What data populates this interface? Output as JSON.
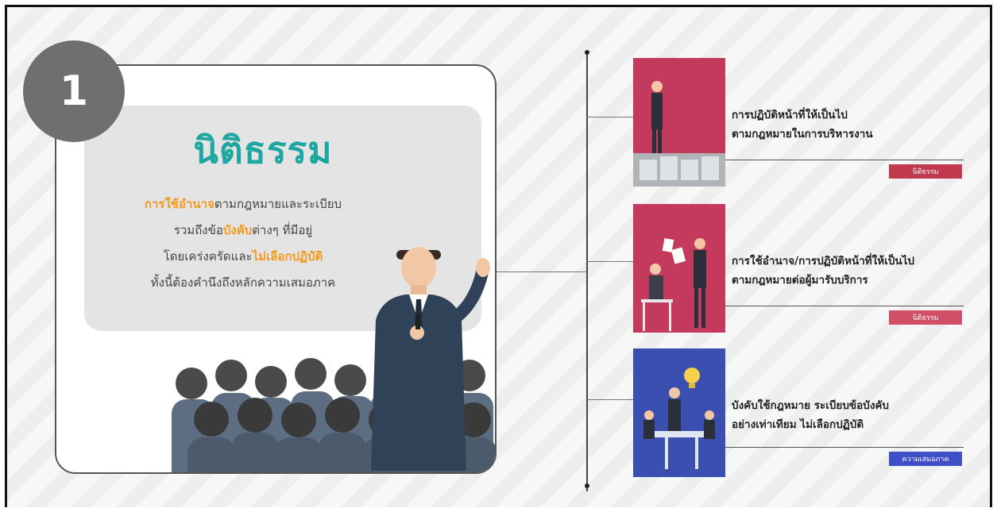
{
  "badge": {
    "number": "1"
  },
  "main": {
    "title": "นิติธรรม",
    "line1_highlight": "การใช้อำนาจ",
    "line1_rest": "ตามกฎหมายและระเบียบ",
    "line2_a": "รวมถึงข้อ",
    "line2_highlight": "บังคับ",
    "line2_b": "ต่างๆ ที่มีอยู่",
    "line3_a": "โดยเคร่งครัดและ",
    "line3_highlight": "ไม่เลือกปฏิบัติ",
    "line4": "ทั้งนี้ต้องคำนึงถึงหลักความเสมอภาค"
  },
  "items": [
    {
      "line1": "การปฏิบัติหน้าที่ให้เป็นไป",
      "line2": "ตามกฎหมายในการบริหารงาน",
      "tag": "นิติธรรม",
      "tag_color": "#c0394f"
    },
    {
      "line1": "การใช้อำนาจ/การปฏิบัติหน้าที่ให้เป็นไป",
      "line2": "ตามกฎหมายต่อผู้มารับบริการ",
      "tag": "นิติธรรม",
      "tag_color": "#d04f64"
    },
    {
      "line1": "บังคับใช้กฎหมาย ระเบียบข้อบังคับ",
      "line2": "อย่างเท่าเทียม ไม่เลือกปฏิบัติ",
      "tag": "ความเสมอภาค",
      "tag_color": "#3f4fc8"
    }
  ],
  "colors": {
    "title": "#1ea6a0",
    "highlight": "#f39a1d",
    "badge": "#6f6f6f",
    "thumb_red": "#c43a5c",
    "thumb_blue": "#3a4fb0"
  }
}
